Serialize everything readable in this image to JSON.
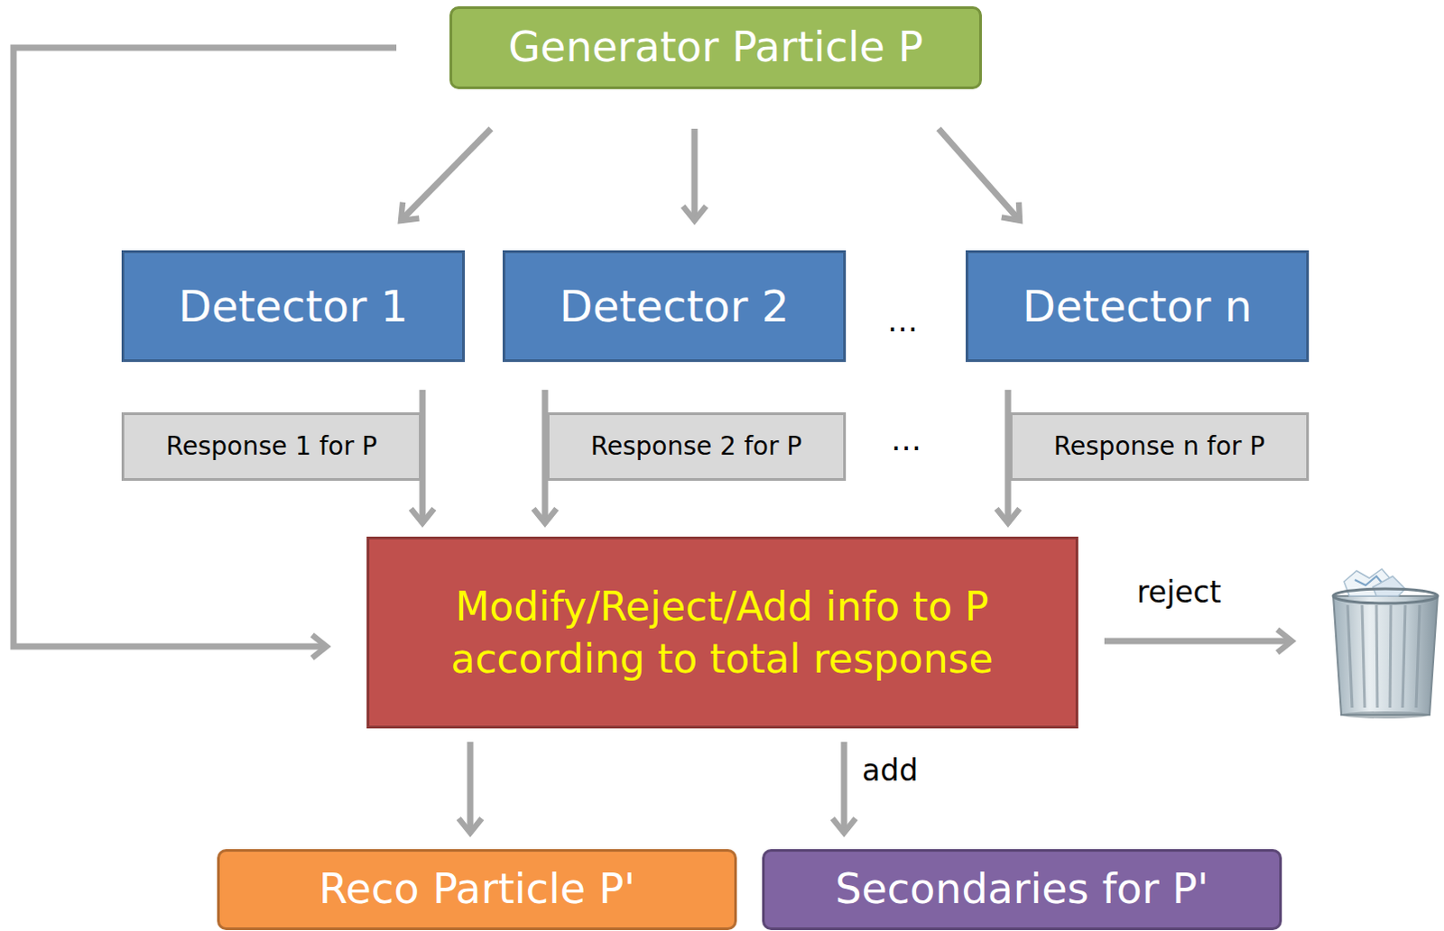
{
  "diagram": {
    "nodes": [
      {
        "text": [
          "Generator Particle P"
        ]
      },
      {
        "text": [
          "Detector 1"
        ]
      },
      {
        "text": [
          "Detector 2"
        ]
      },
      {
        "text": [
          "Detector n"
        ]
      },
      {
        "text": [
          "Response 1 for P"
        ]
      },
      {
        "text": [
          "Response 2 for P"
        ]
      },
      {
        "text": [
          "Response n for P"
        ]
      },
      {
        "text": [
          "Modify/Reject/Add info to P according to total response"
        ]
      },
      {
        "text": [
          "Reco Particle P'"
        ]
      },
      {
        "text": [
          "Secondaries for P'"
        ]
      }
    ],
    "edges": [
      {
        "from": 0,
        "to": 1,
        "arrow": "to"
      },
      {
        "from": 0,
        "to": 2,
        "arrow": "to"
      },
      {
        "from": 0,
        "to": 3,
        "arrow": "to"
      },
      {
        "from": 0,
        "to": 7,
        "arrow": "to"
      },
      {
        "from": 1,
        "to": 7,
        "arrow": "to"
      },
      {
        "from": 2,
        "to": 7,
        "arrow": "to"
      },
      {
        "from": 3,
        "to": 7,
        "arrow": "to"
      },
      {
        "from": 7,
        "to": 8,
        "arrow": "to"
      },
      {
        "from": 7,
        "to": 9,
        "label": "add",
        "arrow": "to"
      }
    ],
    "labels": [
      "…",
      "…",
      "reject"
    ]
  }
}
